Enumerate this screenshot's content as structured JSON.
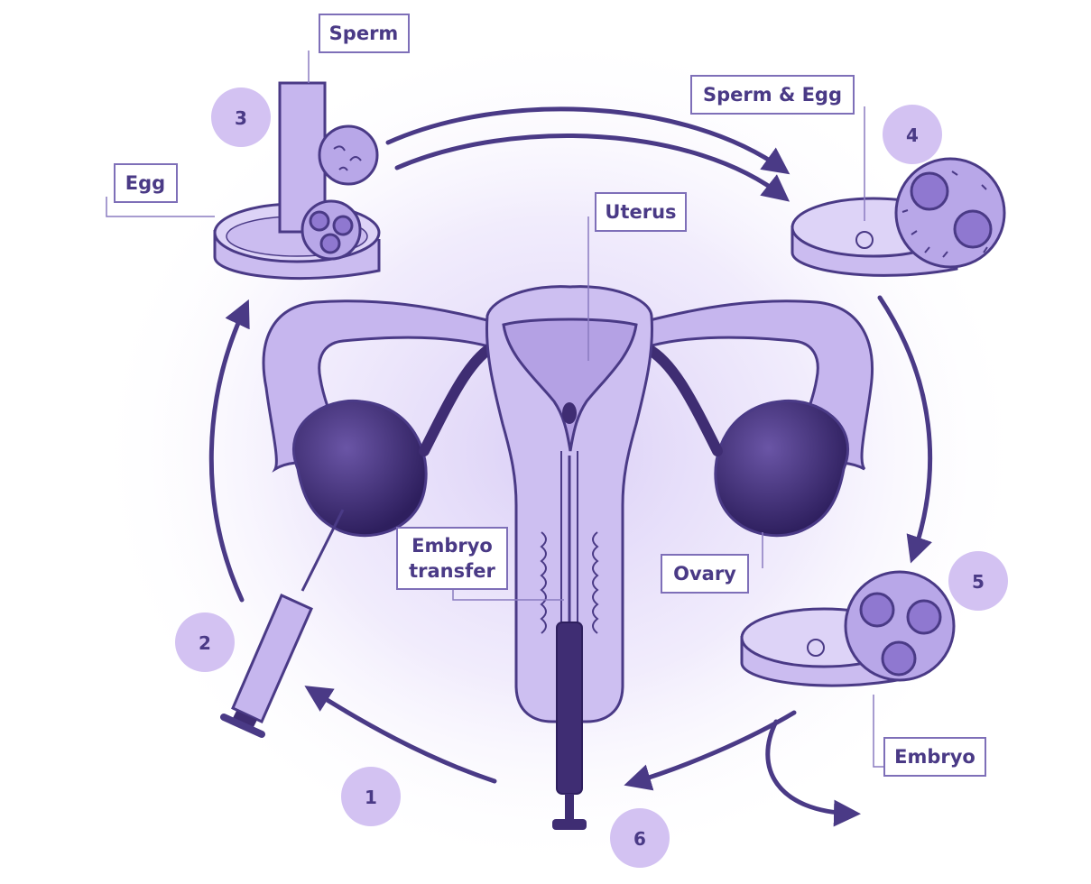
{
  "labels": {
    "sperm": "Sperm",
    "egg": "Egg",
    "sperm_and_egg": "Sperm & Egg",
    "uterus": "Uterus",
    "embryo_transfer_line1": "Embryo",
    "embryo_transfer_line2": "transfer",
    "ovary": "Ovary",
    "embryo": "Embryo"
  },
  "steps": [
    "1",
    "2",
    "3",
    "4",
    "5",
    "6"
  ],
  "colors": {
    "outline": "#4a3a86",
    "light_purple": "#d9cdf3",
    "mid_purple": "#b9a8e6",
    "dark_purple": "#3f2d73",
    "step_circle": "#d3c2f2"
  }
}
